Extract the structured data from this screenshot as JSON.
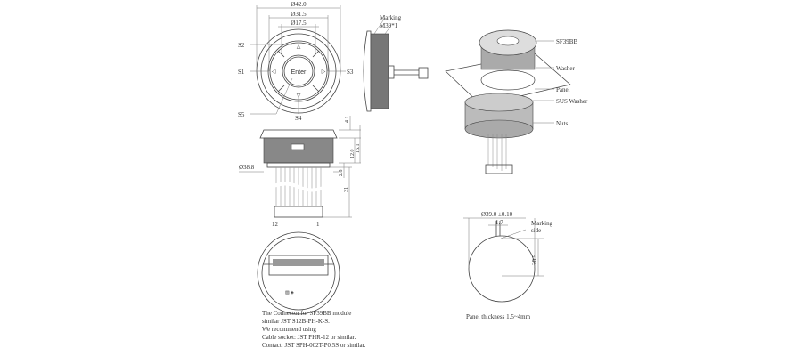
{
  "front_view": {
    "dims": {
      "outer": "Ø42.0",
      "middle": "Ø31.5",
      "inner": "Ø17.5"
    },
    "enter_label": "Enter",
    "switches": [
      "S1",
      "S2",
      "S3",
      "S4",
      "S5"
    ]
  },
  "side_view": {
    "marking": "Marking",
    "thread": "M39*1"
  },
  "section_view": {
    "dims": {
      "dia": "Ø38.8",
      "d1": "4.1",
      "d2": "12.0",
      "d3": "16.1",
      "d4": "2.8",
      "d5": "31"
    },
    "pins": {
      "left": "12",
      "right": "1"
    }
  },
  "iso_view": {
    "labels": [
      "SF39BB",
      "Washer",
      "Panel",
      "SUS Washer",
      "Nuts"
    ]
  },
  "panel_cutout": {
    "dia": "Ø39.0 ±0.10",
    "key_width": "1.7",
    "key_height": "20.5",
    "marking_side": [
      "Marking",
      "side"
    ],
    "thickness": "Panel thickness 1.5~4mm"
  },
  "connector_note": [
    "The Connector for SF39BB module",
    "similar JST S12B-PH-K-S.",
    "We recommend using",
    "Cable socket: JST PHR-12 or similar.",
    "Contact: JST SPH-002T-P0.5S or similar."
  ]
}
